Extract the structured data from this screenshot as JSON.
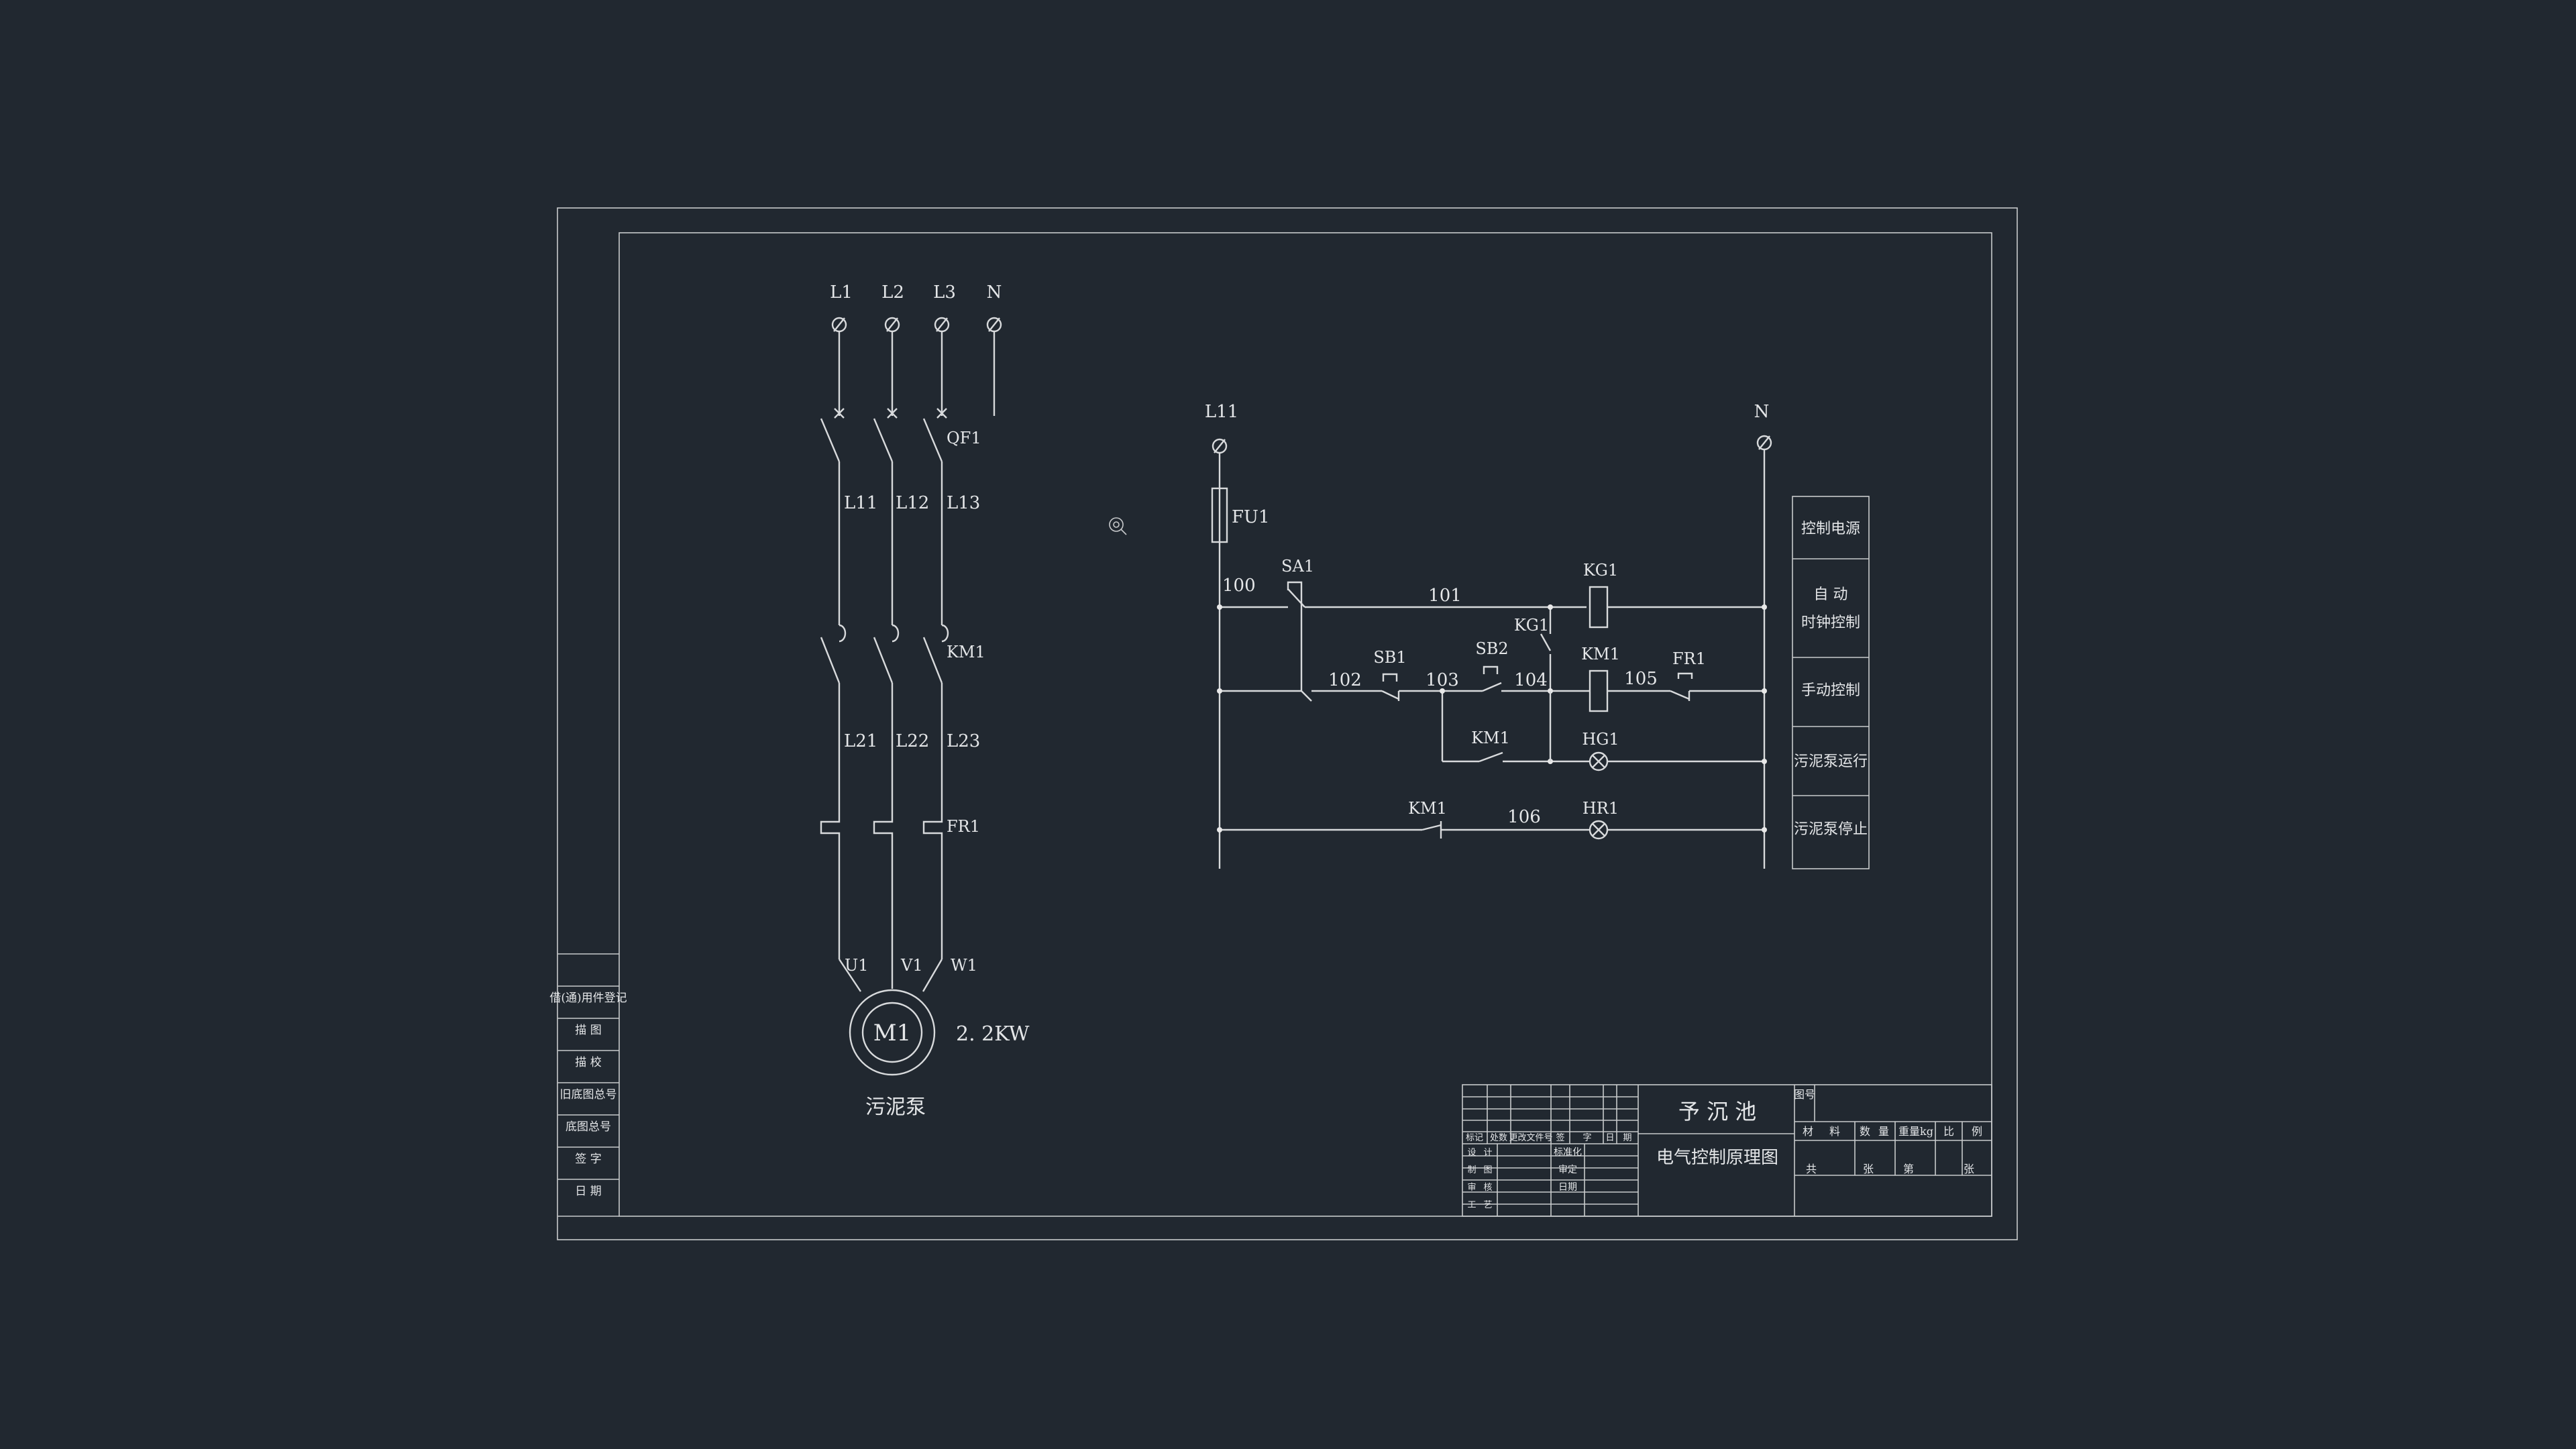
{
  "supply": {
    "terminals": [
      "L1",
      "L2",
      "L3",
      "N"
    ],
    "breaker": "QF1",
    "lines_a": [
      "L11",
      "L12",
      "L13"
    ],
    "contactor": "KM1",
    "lines_b": [
      "L21",
      "L22",
      "L23"
    ],
    "overload": "FR1",
    "motor_terms": [
      "U1",
      "V1",
      "W1"
    ],
    "motor": "M1",
    "power": "2. 2KW",
    "load_name": "污泥泵"
  },
  "control": {
    "phase": "L11",
    "neutral": "N",
    "fuse": "FU1",
    "nodes": [
      "100",
      "101",
      "102",
      "103",
      "104",
      "105",
      "106"
    ],
    "parts": {
      "sa1": "SA1",
      "kg1_coil": "KG1",
      "kg1_contact": "KG1",
      "sb1": "SB1",
      "sb2": "SB2",
      "km1_coil": "KM1",
      "fr1": "FR1",
      "km1_aux_run": "KM1",
      "hg1": "HG1",
      "km1_aux_stop": "KM1",
      "hr1": "HR1"
    },
    "functions": [
      "控制电源",
      "自  动",
      "时钟控制",
      "手动控制",
      "污泥泵运行",
      "污泥泵停止"
    ]
  },
  "side_table": [
    "借(通)用件登记",
    "描  图",
    "描  校",
    "旧底图总号",
    "底图总号",
    "签  字",
    "日  期"
  ],
  "title_block": {
    "project": "予 沉 池",
    "drawing": "电气控制原理图",
    "code_label": "图号",
    "headers": [
      "材",
      "料",
      "数",
      "量",
      "重量kg",
      "比",
      "例"
    ],
    "sheet": [
      "共",
      "张",
      "第",
      "张"
    ],
    "rev_headers": [
      "标记",
      "处数",
      "更改文件号",
      "签",
      "字",
      "日",
      "期"
    ],
    "roles_left": [
      "设",
      "计",
      "制",
      "图",
      "审",
      "核",
      "工",
      "艺"
    ],
    "roles_right": [
      "标准化",
      "审定",
      "日期"
    ]
  },
  "colors": {
    "background": "#212830",
    "lines": "#d8dadc",
    "text": "#e4e6e8"
  }
}
